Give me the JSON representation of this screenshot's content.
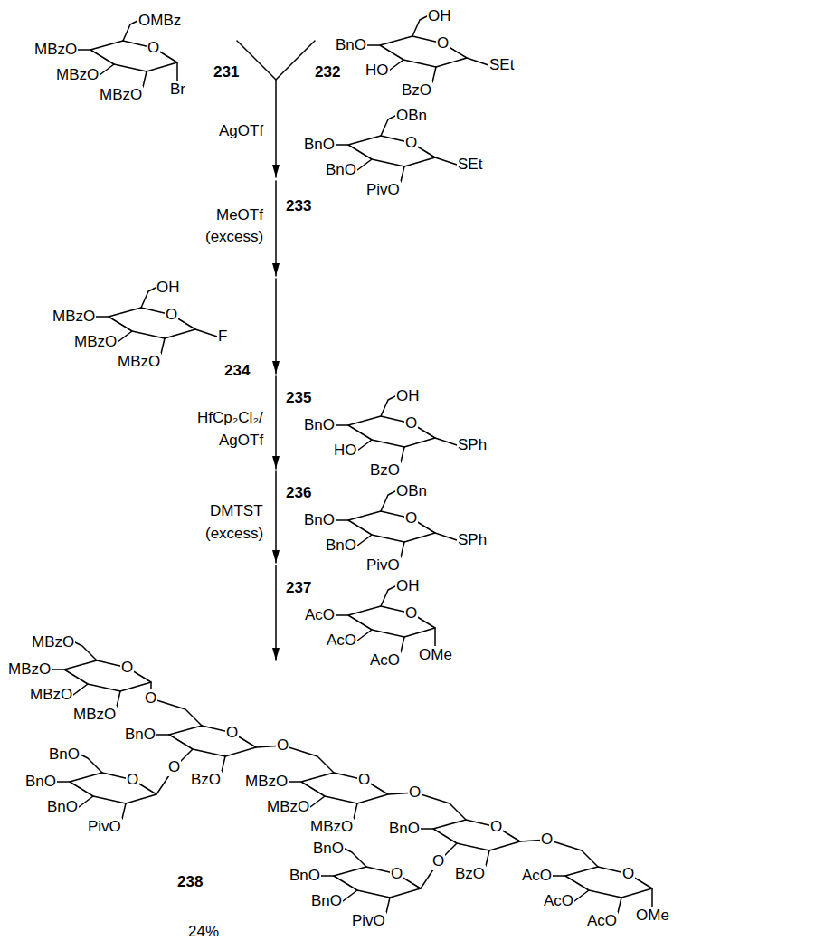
{
  "diagram": {
    "labels": [
      "OMBz",
      "MBzO",
      "MBzO",
      "O",
      "MBzO",
      "Br",
      "231",
      "OH",
      "BnO",
      "HO",
      "O",
      "BzO",
      "SEt",
      "232",
      "AgOTf",
      "MeOTf",
      "(excess)",
      "OBn",
      "BnO",
      "BnO",
      "O",
      "PivO",
      "SEt",
      "233",
      "OH",
      "MBzO",
      "MBzO",
      "O",
      "MBzO",
      "F",
      "234",
      "235",
      "HfCp₂Cl₂/",
      "AgOTf",
      "OH",
      "BnO",
      "HO",
      "O",
      "BzO",
      "SPh",
      "DMTST",
      "(excess)",
      "OBn",
      "BnO",
      "BnO",
      "O",
      "PivO",
      "SPh",
      "236",
      "OH",
      "AcO",
      "AcO",
      "O",
      "AcO",
      "OMe",
      "237",
      "MBzO",
      "MBzO",
      "MBzO",
      "O",
      "MBzO",
      "O",
      "BnO",
      "O",
      "BzO",
      "O",
      "O",
      "BnO",
      "BnO",
      "BnO",
      "O",
      "PivO",
      "MBzO",
      "MBzO",
      "O",
      "MBzO",
      "O",
      "BnO",
      "O",
      "BzO",
      "O",
      "O",
      "BnO",
      "BnO",
      "BnO",
      "O",
      "PivO",
      "AcO",
      "AcO",
      "O",
      "AcO",
      "OMe",
      "238",
      "24%"
    ]
  }
}
